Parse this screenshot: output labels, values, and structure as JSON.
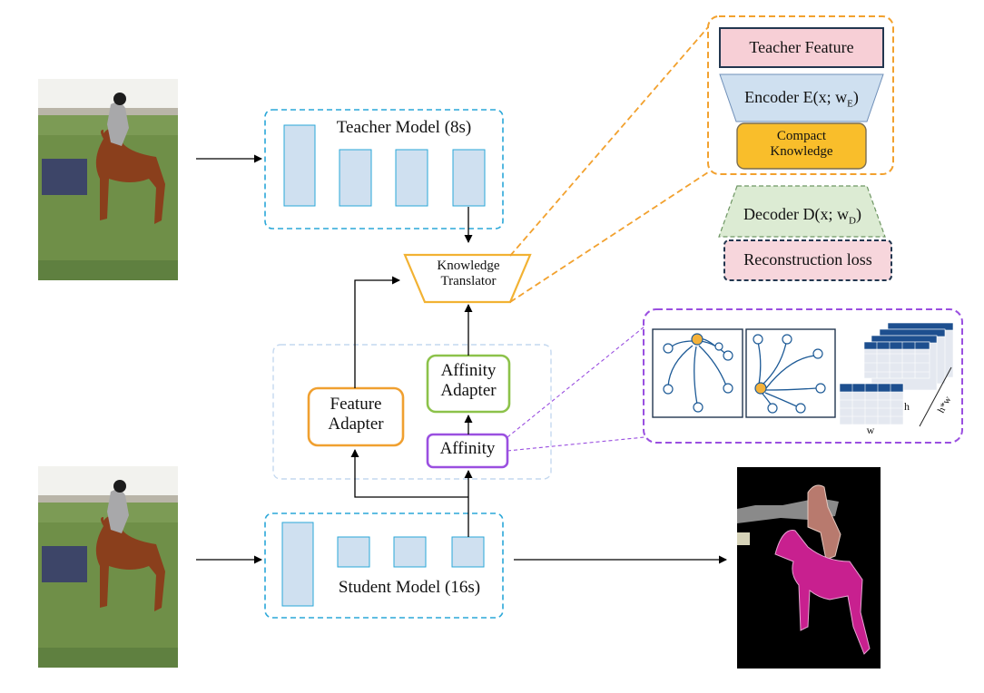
{
  "teacher_model": {
    "title": "Teacher Model (8s)"
  },
  "student_model": {
    "title": "Student Model (16s)"
  },
  "knowledge_translator": {
    "line1": "Knowledge",
    "line2": "Translator"
  },
  "affinity_adapter": {
    "line1": "Affinity",
    "line2": "Adapter"
  },
  "feature_adapter": {
    "line1": "Feature",
    "line2": "Adapter"
  },
  "affinity": {
    "label": "Affinity"
  },
  "translator_detail": {
    "teacher_feature": "Teacher Feature",
    "encoder": "Encoder E(x; w",
    "encoder_sub": "E",
    "encoder_close": ")",
    "compact_line1": "Compact",
    "compact_line2": "Knowledge",
    "decoder": "Decoder D(x; w",
    "decoder_sub": "D",
    "decoder_close": ")",
    "reconstruction": "Reconstruction loss"
  },
  "affinity_detail": {
    "matrix_h": "h",
    "matrix_w": "w",
    "stack_hw": "h*w"
  },
  "colors": {
    "teacher_border": "#2aa7d8",
    "translator_border": "#f2b233",
    "affinity_adapter_border": "#8cc24a",
    "feature_adapter_border": "#f0a030",
    "affinity_border": "#9a4fe0",
    "module_fill": "#cfe0f0",
    "compact_fill": "#f9be2b",
    "teacher_feature_fill": "#f7cfd6",
    "decoder_fill": "#dcebd3",
    "reconstruction_fill": "#f7d6dc",
    "seg_horse": "#c8208f",
    "seg_person": "#b87a6e"
  }
}
